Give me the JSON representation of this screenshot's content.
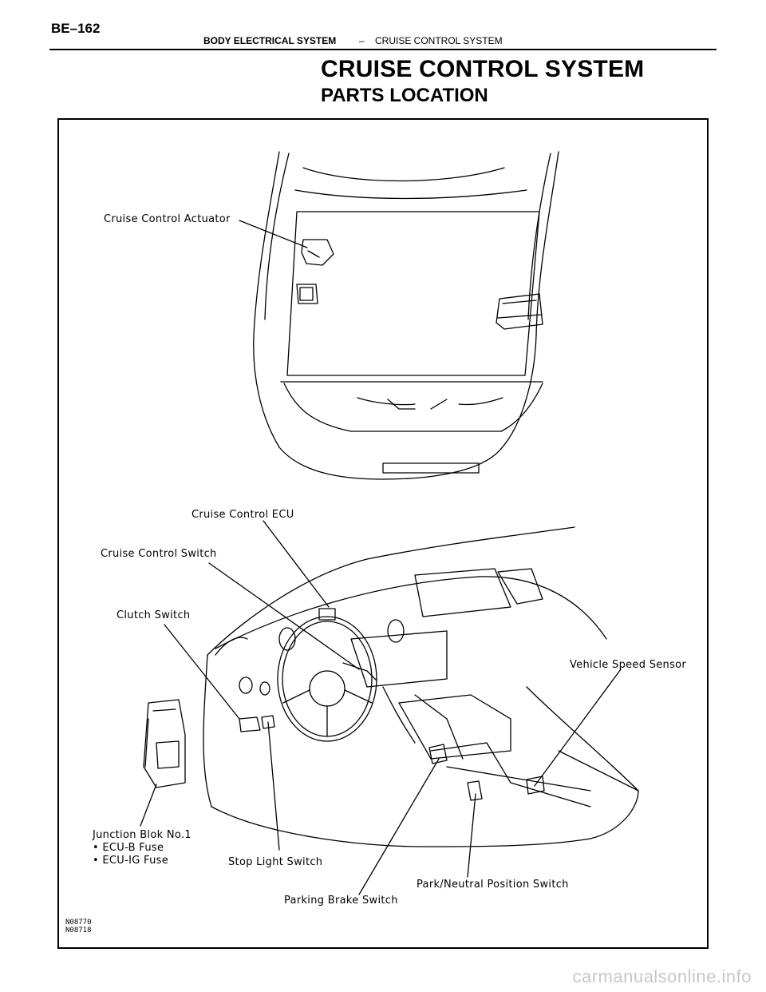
{
  "header": {
    "page_number": "BE–162",
    "section": "BODY ELECTRICAL SYSTEM",
    "separator": "–",
    "subsection": "CRUISE CONTROL SYSTEM"
  },
  "title": {
    "main": "CRUISE CONTROL SYSTEM",
    "sub": "PARTS LOCATION"
  },
  "figure": {
    "labels": {
      "actuator": "Cruise Control Actuator",
      "ecu": "Cruise Control ECU",
      "switch": "Cruise Control Switch",
      "clutch": "Clutch Switch",
      "speed_sensor": "Vehicle Speed Sensor",
      "junction_block": "Junction Blok No.1",
      "ecu_b_fuse": "• ECU-B Fuse",
      "ecu_ig_fuse": "• ECU-IG Fuse",
      "stop_light": "Stop Light Switch",
      "park_neutral": "Park/Neutral Position Switch",
      "parking_brake": "Parking Brake Switch"
    },
    "codes": [
      "N08770",
      "N08718"
    ]
  },
  "footer": {
    "watermark": "carmanualsonline.info"
  }
}
